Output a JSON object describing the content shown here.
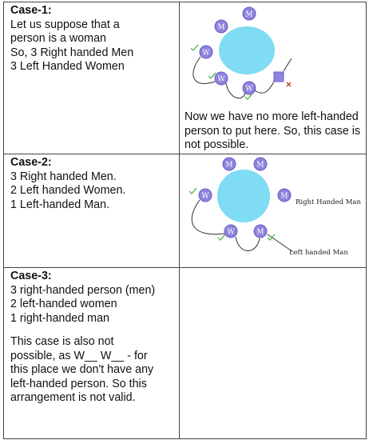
{
  "cases": [
    {
      "title": "Case-1:",
      "lines": [
        "Let us suppose that a",
        "person is a woman",
        "So, 3 Right handed Men",
        "3 Left Handed Women"
      ],
      "diagram": {
        "seats": [
          "M",
          "M",
          "W",
          "W",
          "W"
        ],
        "note": "Now we have no more left-handed person to put here. So, this case is not possible."
      }
    },
    {
      "title": "Case-2:",
      "lines": [
        "3 Right handed Men.",
        "2 Left handed Women.",
        "1 Left-handed Man."
      ],
      "diagram": {
        "seats": [
          "M",
          "M",
          "W",
          "M",
          "W",
          "M"
        ],
        "label_right": "Right Handed Man",
        "label_bottom": "Left handed Man"
      }
    },
    {
      "title": "Case-3:",
      "lines": [
        "3 right-handed person (men)",
        "2 left-handed women",
        "1 right-handed man"
      ],
      "paragraph": [
        "This case is also not",
        "possible, as W__ W__ - for",
        "this place we don't have any",
        "left-handed person. So this",
        "arrangement is not valid."
      ]
    }
  ],
  "colors": {
    "table_fill": "#7fdcf2",
    "seat_fill": "#8d83de",
    "seat_stroke": "#6a5fc4",
    "check": "#5cb85c",
    "cross": "#c0392b"
  }
}
